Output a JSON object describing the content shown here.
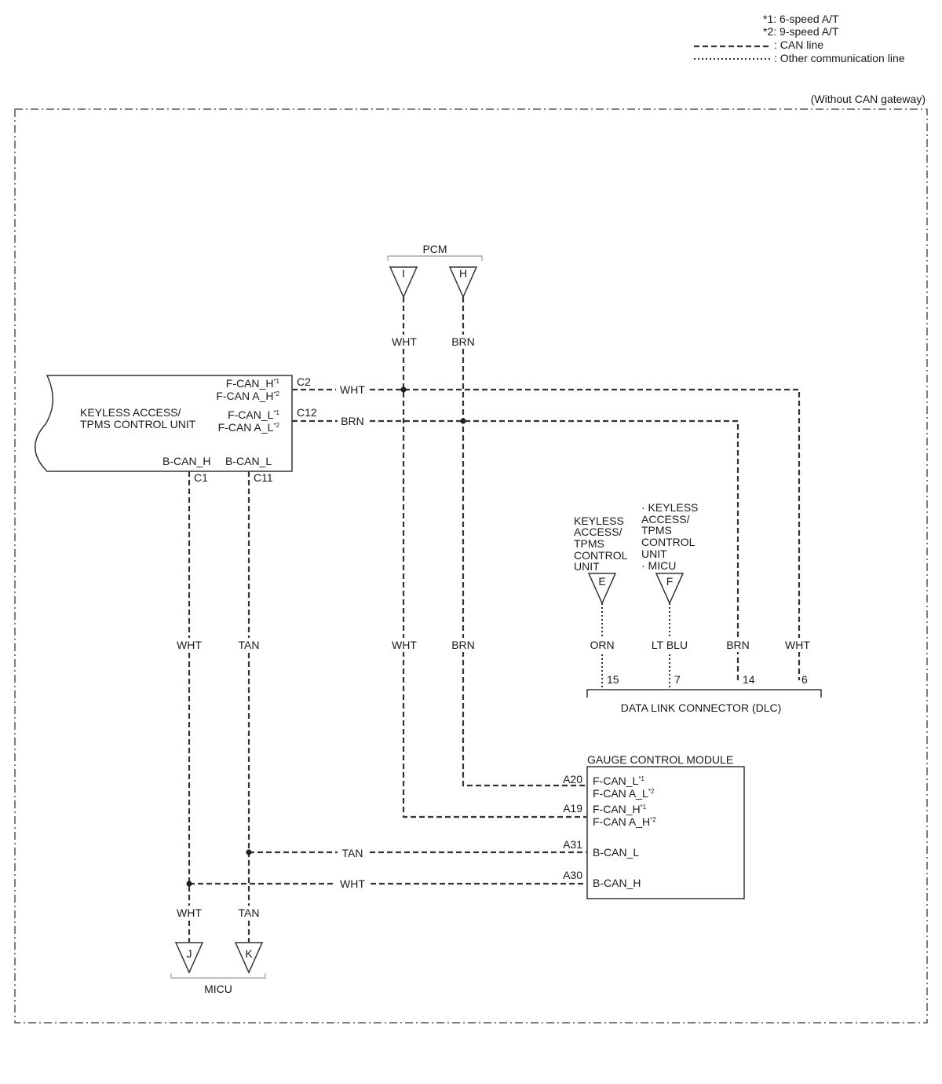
{
  "legend": {
    "note1": "*1: 6-speed A/T",
    "note2": "*2: 9-speed A/T",
    "can_line": ": CAN line",
    "other_line": ": Other communication line"
  },
  "frame_label": "(Without CAN gateway)",
  "keyless": {
    "name_line1": "KEYLESS ACCESS/",
    "name_line2": "TPMS CONTROL UNIT",
    "pin_fcanh_1": "F-CAN_H",
    "pin_fcanh_2": "F-CAN A_H",
    "pin_fcanl_1": "F-CAN_L",
    "pin_fcanl_2": "F-CAN A_L",
    "pin_bcanh": "B-CAN_H",
    "pin_bcanl": "B-CAN_L",
    "sup1": "*1",
    "sup2": "*2",
    "terminals": {
      "c2": "C2",
      "c12": "C12",
      "c1": "C1",
      "c11": "C11"
    }
  },
  "pcm": {
    "label": "PCM",
    "conn_i": "I",
    "conn_h": "H"
  },
  "micu": {
    "label": "MICU",
    "conn_j": "J",
    "conn_k": "K"
  },
  "conn_e": {
    "letter": "E",
    "lines": [
      "KEYLESS",
      "ACCESS/",
      "TPMS",
      "CONTROL",
      "UNIT"
    ]
  },
  "conn_f": {
    "letter": "F",
    "lines": [
      "· KEYLESS",
      "ACCESS/",
      "TPMS",
      "CONTROL",
      "UNIT",
      "· MICU"
    ]
  },
  "wire_colors": {
    "wht": "WHT",
    "brn": "BRN",
    "tan": "TAN",
    "orn": "ORN",
    "ltblu": "LT BLU"
  },
  "dlc": {
    "label": "DATA LINK CONNECTOR (DLC)",
    "pins": {
      "p15": "15",
      "p7": "7",
      "p14": "14",
      "p6": "6"
    }
  },
  "gauge": {
    "title": "GAUGE CONTROL MODULE",
    "pin_fcanl_1": "F-CAN_L",
    "pin_fcanl_2": "F-CAN A_L",
    "pin_fcanh_1": "F-CAN_H",
    "pin_fcanh_2": "F-CAN A_H",
    "pin_bcanl": "B-CAN_L",
    "pin_bcanh": "B-CAN_H",
    "sup1": "*1",
    "sup2": "*2",
    "terminals": {
      "a20": "A20",
      "a19": "A19",
      "a31": "A31",
      "a30": "A30"
    }
  }
}
